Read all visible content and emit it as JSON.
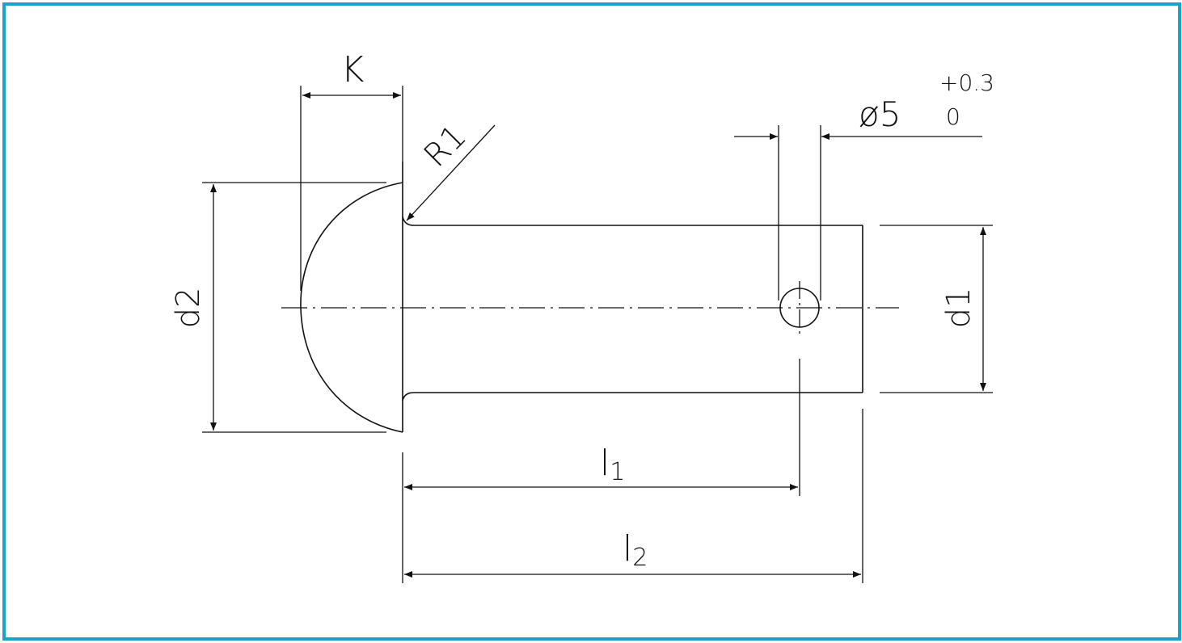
{
  "drawing": {
    "labels": {
      "head_height": "K",
      "fillet_radius": "R1",
      "hole_diameter_prefix": "ø",
      "hole_diameter_value": "5",
      "tolerance_upper": "+0.3",
      "tolerance_lower": "0",
      "head_diameter_symbol": "d",
      "head_diameter_sub": "2",
      "shank_diameter_symbol": "d",
      "shank_diameter_sub": "1",
      "hole_position_symbol": "l",
      "hole_position_sub": "1",
      "total_length_symbol": "l",
      "total_length_sub": "2"
    },
    "colors": {
      "frame": "#1aa3c8",
      "line": "#111111",
      "background": "#ffffff"
    }
  }
}
